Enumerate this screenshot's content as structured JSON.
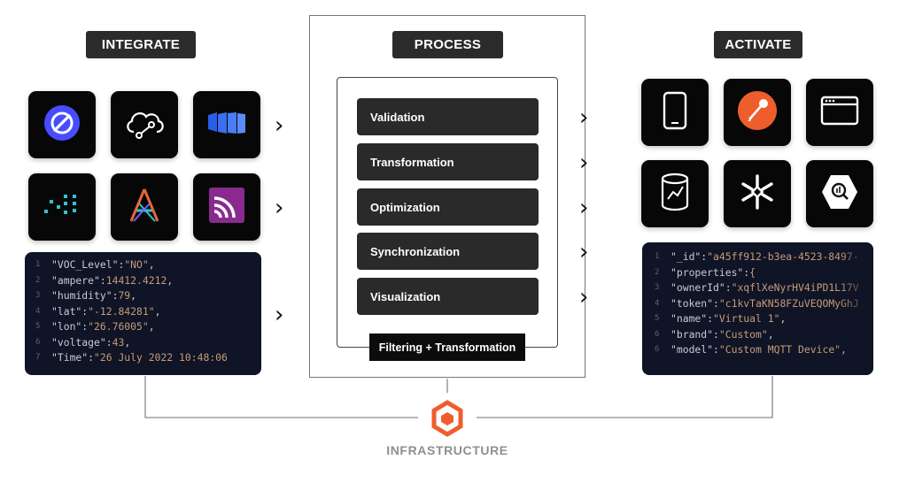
{
  "headers": {
    "integrate": "INTEGRATE",
    "process": "PROCESS",
    "activate": "ACTIVATE"
  },
  "process_steps": [
    "Validation",
    "Transformation",
    "Optimization",
    "Synchronization",
    "Visualization"
  ],
  "filter_label": "Filtering + Transformation",
  "infrastructure_label": "INFRASTRUCTURE",
  "integrate_icons": [
    "helium-icon",
    "cloud-network-icon",
    "azure-iot-icon",
    "dot-matrix-icon",
    "adafruit-icon",
    "rss-feed-icon"
  ],
  "activate_icons": [
    "mobile-phone-icon",
    "postman-icon",
    "browser-window-icon",
    "database-icon",
    "snowflake-icon",
    "bigquery-icon"
  ],
  "input_code": [
    {
      "n": "1",
      "k": "\"VOC_Level\"",
      "v": "\"NO\"",
      "end": ","
    },
    {
      "n": "2",
      "k": "\"ampere\"",
      "v": "14412.4212",
      "end": ","
    },
    {
      "n": "3",
      "k": "\"humidity\"",
      "v": "79",
      "end": ","
    },
    {
      "n": "4",
      "k": "\"lat\"",
      "v": "\"-12.84281\"",
      "end": ","
    },
    {
      "n": "5",
      "k": "\"lon\"",
      "v": "\"26.76005\"",
      "end": ","
    },
    {
      "n": "6",
      "k": "\"voltage\"",
      "v": "43",
      "end": ","
    },
    {
      "n": "7",
      "k": "\"Time\"",
      "v": "\"26 July 2022 10:48:06",
      "end": ""
    }
  ],
  "output_code": [
    {
      "n": "1",
      "k": "\"_id\"",
      "v": "\"a45ff912-b3ea-4523-8497-",
      "end": ""
    },
    {
      "n": "2",
      "k": "\"properties\"",
      "v": "{",
      "end": ""
    },
    {
      "n": "3",
      "k": "\"ownerId\"",
      "v": "\"xqflXeNyrHV4iPD1L17V",
      "end": ""
    },
    {
      "n": "4",
      "k": "\"token\"",
      "v": "\"c1kvTaKN58FZuVEQOMyGhJ",
      "end": ""
    },
    {
      "n": "5",
      "k": "\"name\"",
      "v": "\"Virtual 1\"",
      "end": ","
    },
    {
      "n": "6",
      "k": "\"brand\"",
      "v": "\"Custom\"",
      "end": ","
    },
    {
      "n": "6",
      "k": "\"model\"",
      "v": "\"Custom MQTT Device\"",
      "end": ","
    }
  ],
  "colors": {
    "dark": "#070707",
    "accent_orange": "#ee5e2d",
    "code_bg": "#0f1426",
    "code_value": "#c79b78"
  }
}
